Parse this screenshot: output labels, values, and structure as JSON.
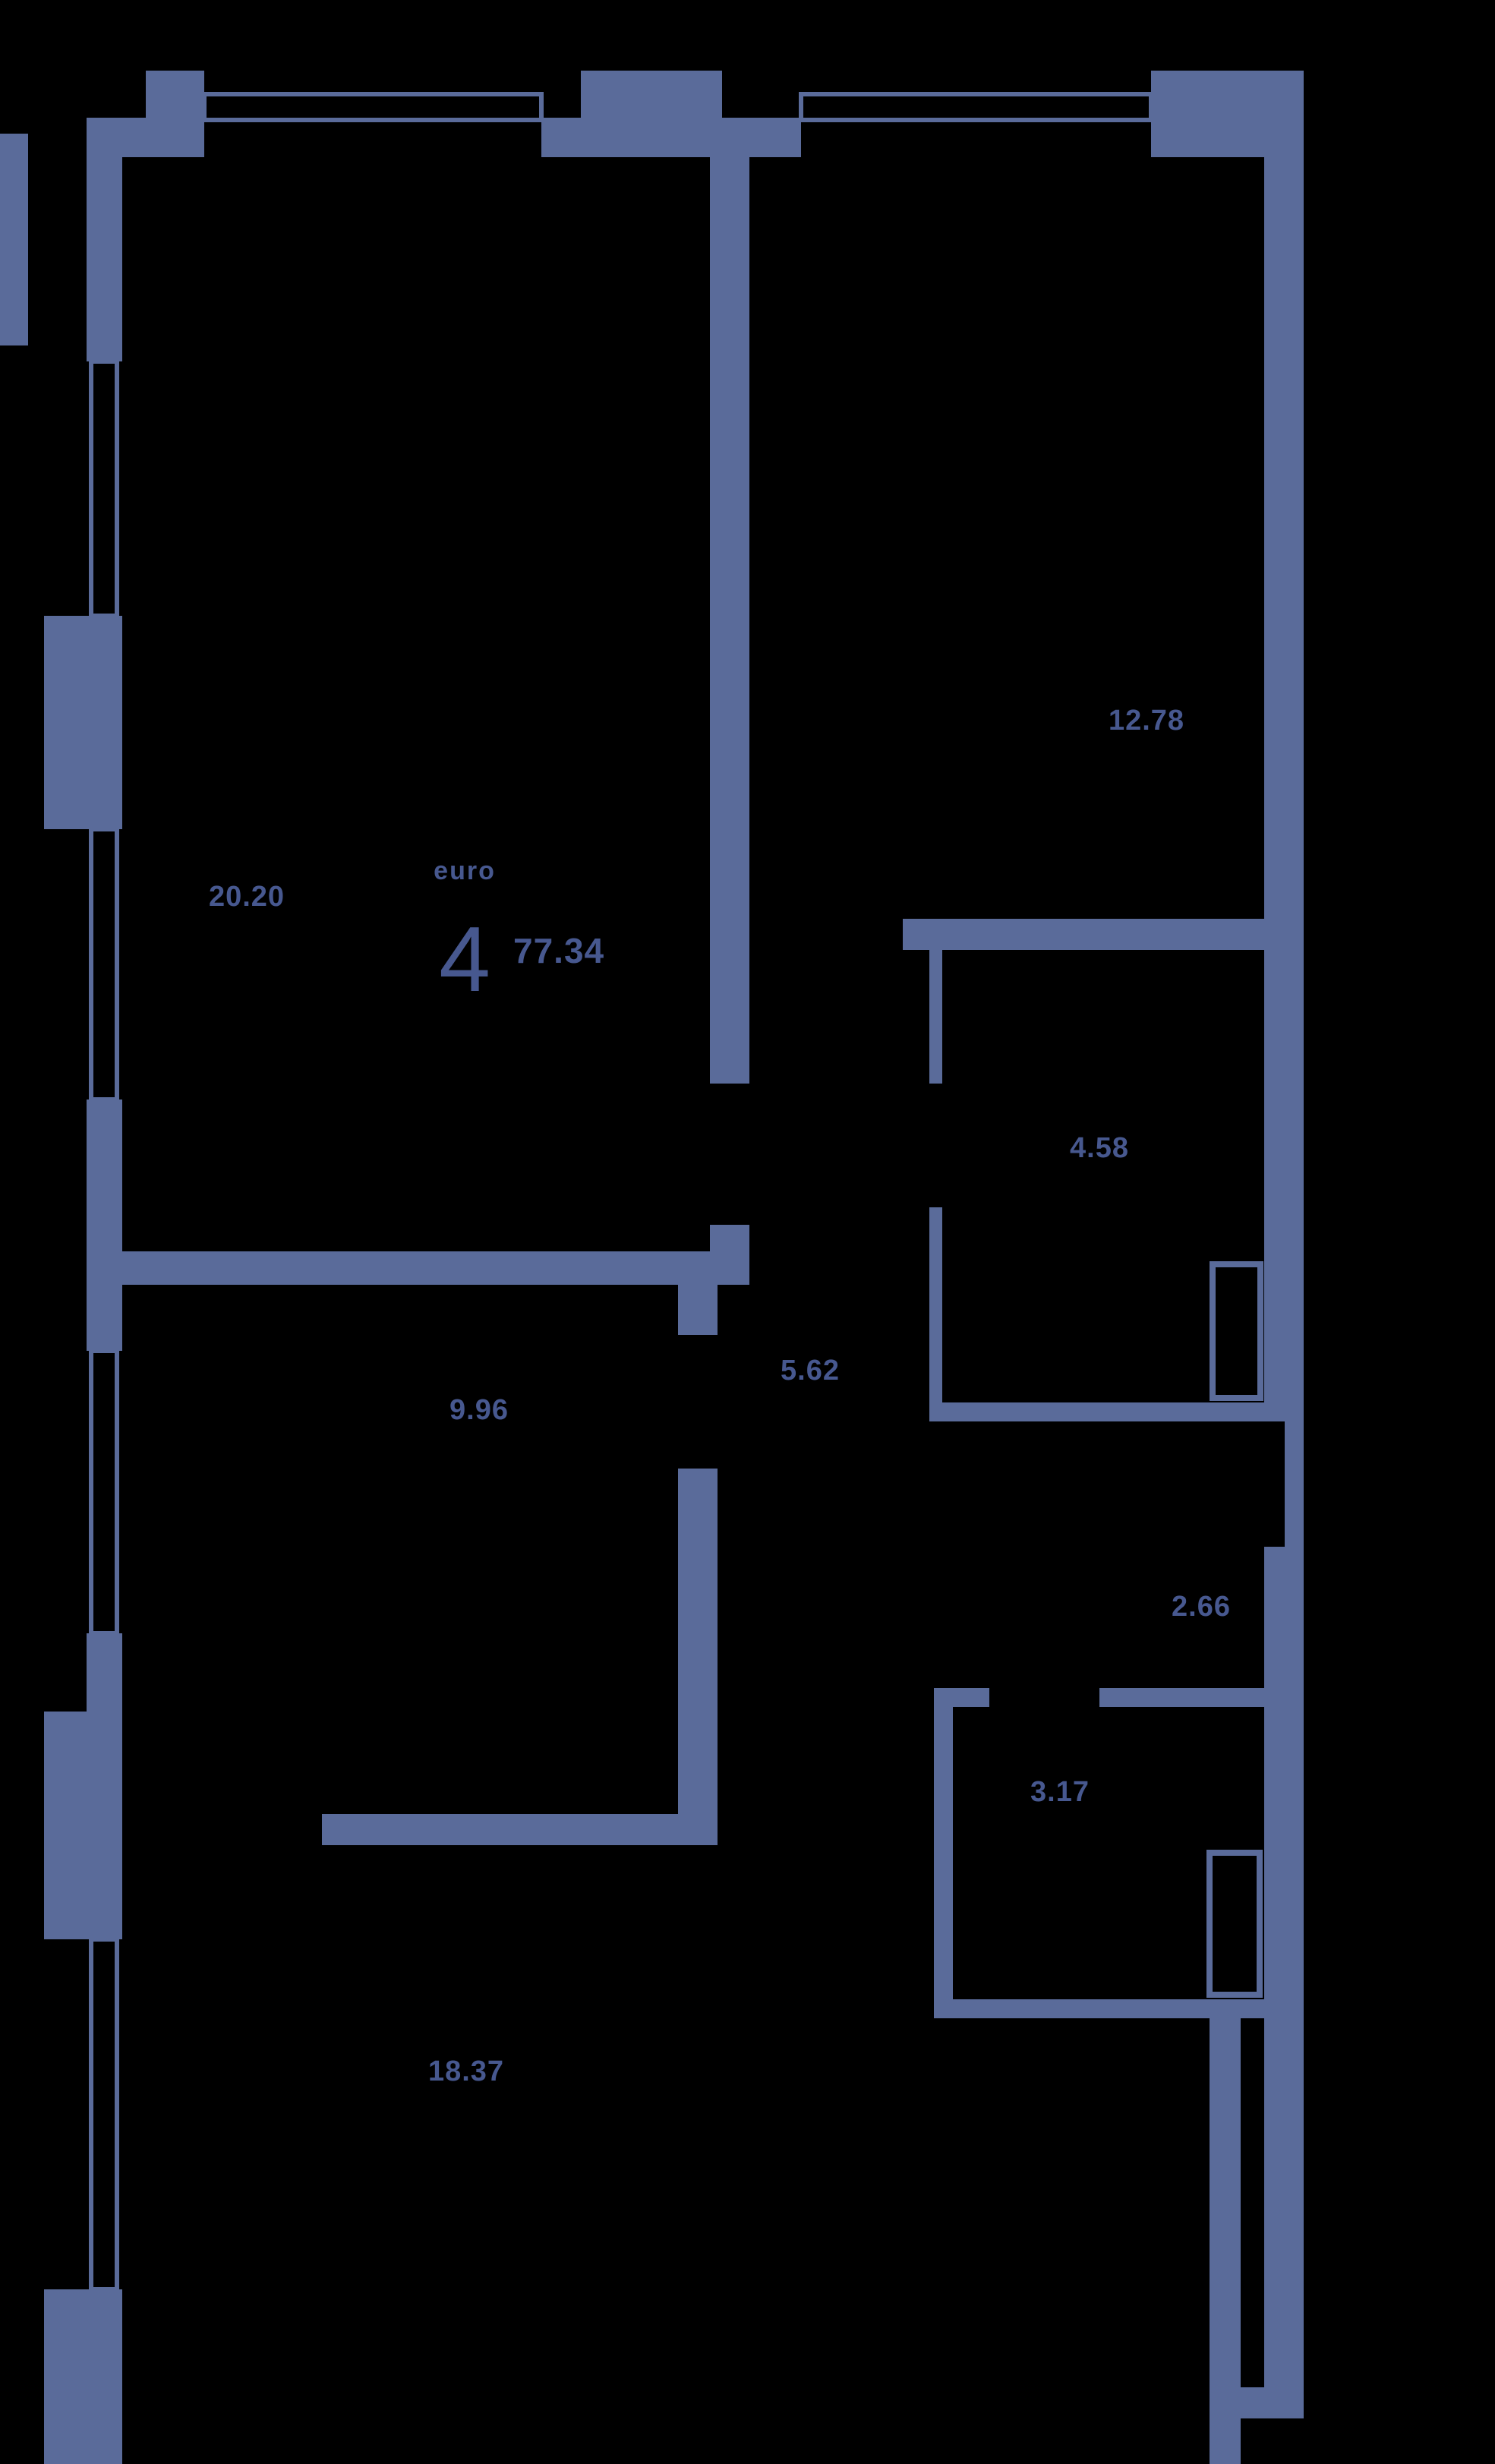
{
  "floor_plan": {
    "unit_badge": {
      "format": "euro",
      "rooms": "4",
      "total_area": "77.34"
    },
    "rooms": [
      {
        "area": "20.20"
      },
      {
        "area": "12.78"
      },
      {
        "area": "4.58"
      },
      {
        "area": "5.62"
      },
      {
        "area": "9.96"
      },
      {
        "area": "2.66"
      },
      {
        "area": "3.17"
      },
      {
        "area": "18.37"
      }
    ],
    "colors": {
      "background": "#000000",
      "wall": "#5a6b9a",
      "label": "#47588f"
    }
  }
}
